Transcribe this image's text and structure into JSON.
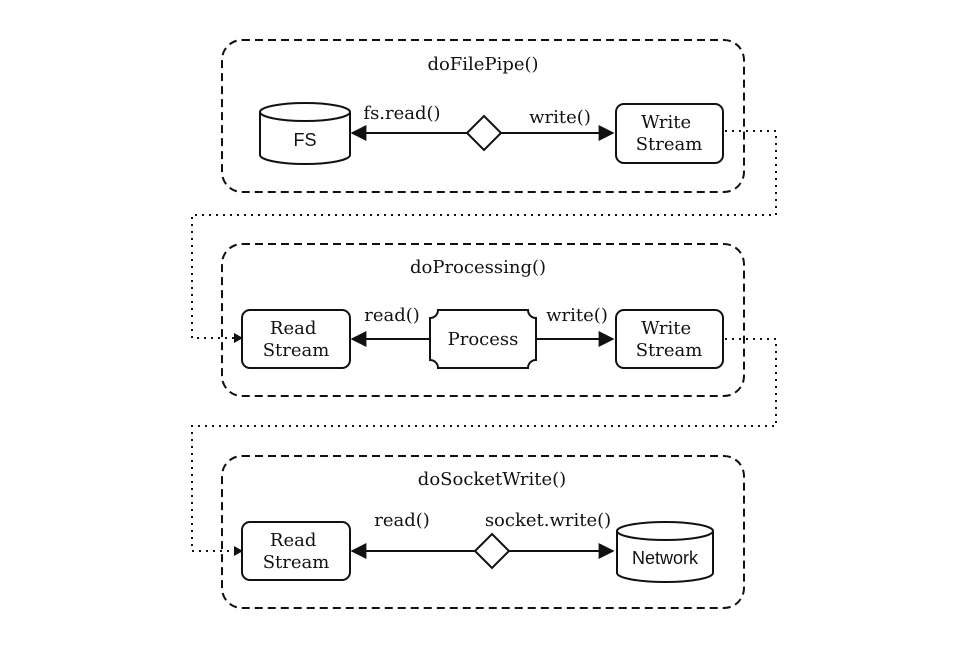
{
  "groups": {
    "file_pipe": {
      "title": "doFilePipe()",
      "source": "FS",
      "sink": "Write Stream",
      "left_label": "fs.read()",
      "right_label": "write()"
    },
    "processing": {
      "title": "doProcessing()",
      "source": "Read Stream",
      "middle": "Process",
      "sink": "Write Stream",
      "left_label": "read()",
      "right_label": "write()"
    },
    "socket_write": {
      "title": "doSocketWrite()",
      "source": "Read Stream",
      "sink": "Network",
      "left_label": "read()",
      "right_label": "socket.write()"
    }
  },
  "colors": {
    "stroke": "#111111",
    "background": "#ffffff"
  }
}
